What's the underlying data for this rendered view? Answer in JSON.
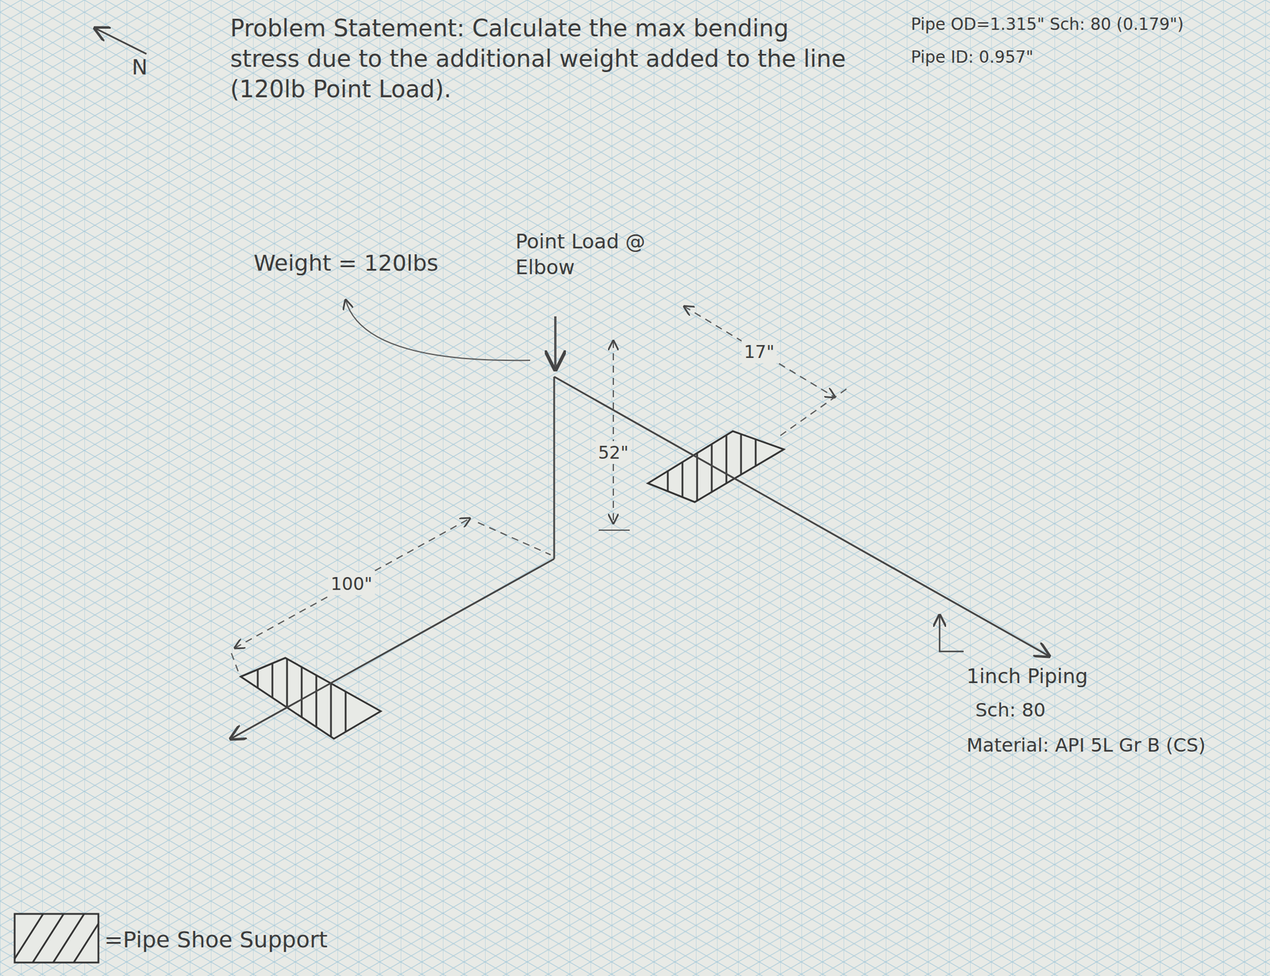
{
  "diagram": {
    "labels": [
      "N",
      "Problem Statement: Calculate the max bending stress due to the additional weight added to the line (120lb Point Load).",
      "Pipe OD=1.315\" Sch: 80 (0.179\")",
      "Pipe ID: 0.957\"",
      "Weight = 120lbs",
      "Point Load @ Elbow",
      "17\"",
      "52\"",
      "100\"",
      "1inch Piping",
      "Sch: 80",
      "Material: API 5L Gr B (CS)"
    ],
    "legend": [
      {
        "text": "=Pipe Shoe Support"
      }
    ]
  }
}
